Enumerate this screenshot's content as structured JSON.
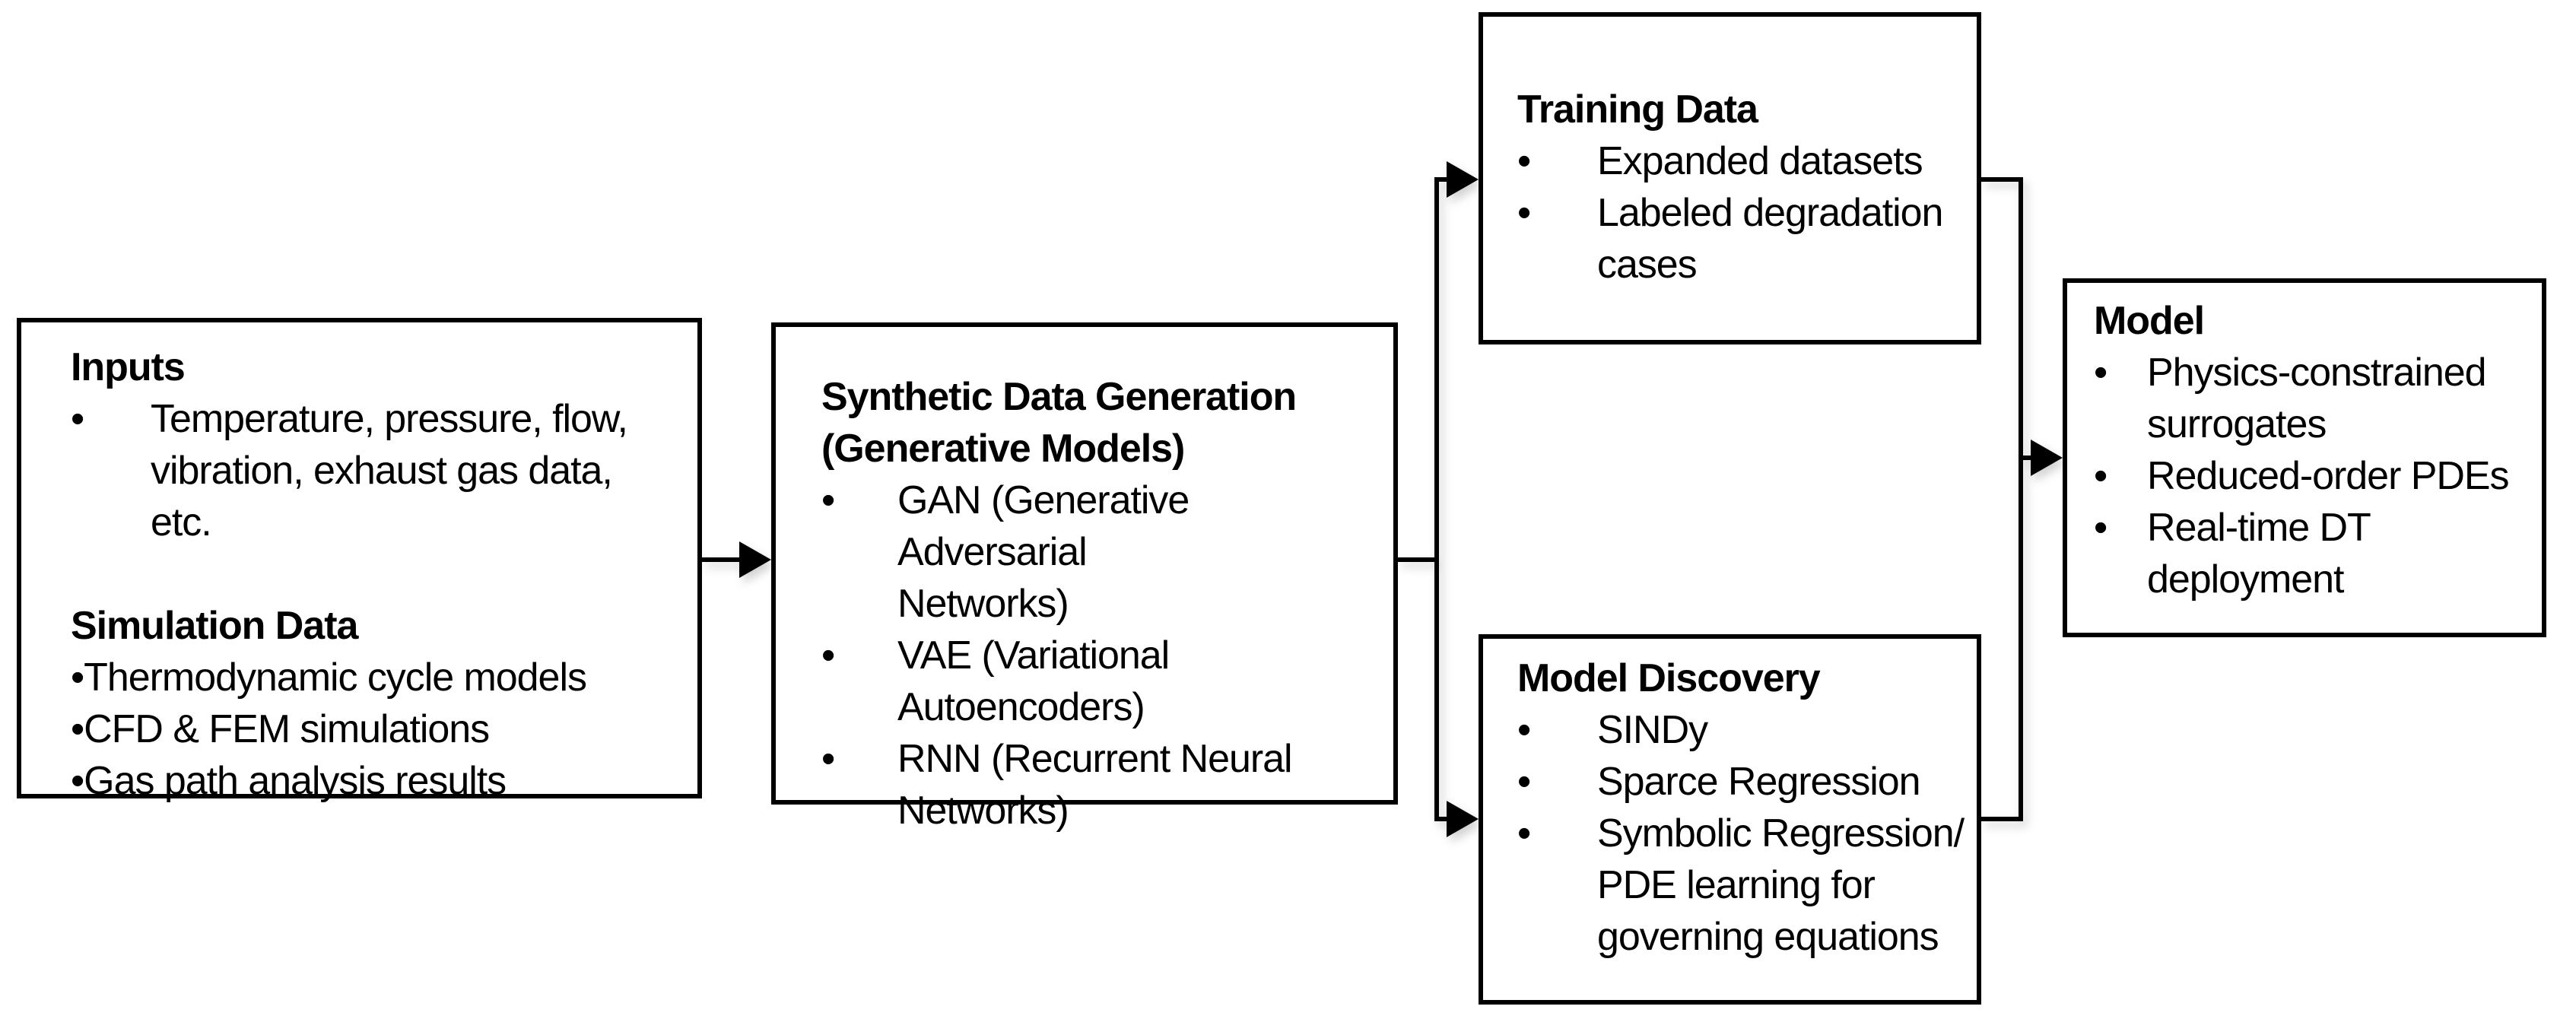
{
  "canvas": {
    "background": "#ffffff",
    "line_color": "#000000",
    "text_color": "#000000"
  },
  "boxes": {
    "inputs": {
      "sections": [
        {
          "title": "Inputs",
          "items": [
            "Temperature, pressure, flow,\nvibration, exhaust gas data, etc."
          ]
        },
        {
          "title": "Simulation Data",
          "items": [
            "Thermodynamic cycle models",
            "CFD & FEM simulations",
            "Gas path analysis results"
          ]
        }
      ]
    },
    "synthetic": {
      "title": "Synthetic Data Generation\n(Generative Models)",
      "items": [
        "GAN (Generative Adversarial\nNetworks)",
        "VAE (Variational\nAutoencoders)",
        "RNN (Recurrent Neural\nNetworks)"
      ]
    },
    "training": {
      "title": "Training Data",
      "items": [
        "Expanded datasets",
        "Labeled degradation\ncases"
      ]
    },
    "discovery": {
      "title": "Model Discovery",
      "items": [
        "SINDy",
        "Sparce Regression",
        "Symbolic Regression/\nPDE learning for\ngoverning equations"
      ]
    },
    "model": {
      "title": "Model",
      "items": [
        "Physics-constrained\nsurrogates",
        "Reduced-order PDEs",
        "Real-time DT\ndeployment"
      ]
    }
  }
}
